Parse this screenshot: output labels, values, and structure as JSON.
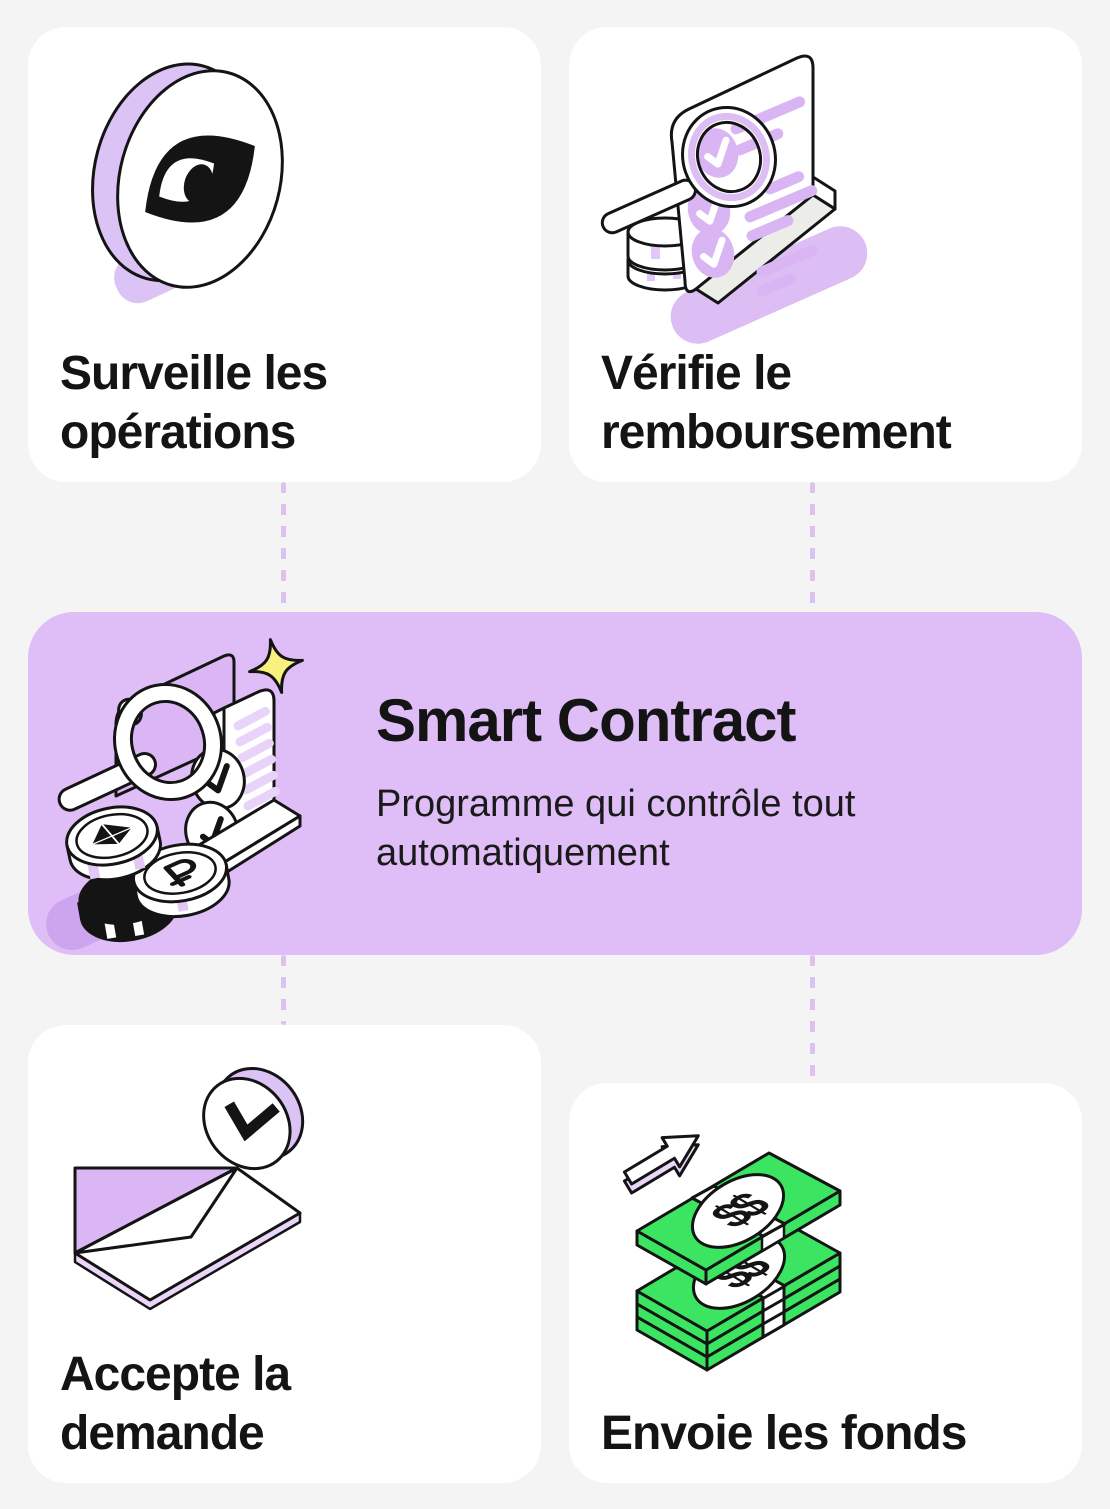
{
  "page": {
    "background": "#F4F4F5"
  },
  "colors": {
    "card_bg": "#FFFFFF",
    "accent_card_bg": "#DFBDF6",
    "illustration_purple": "#DBB6F5",
    "illustration_purple_light": "#E9D4F9",
    "shadow_purple": "#DCC3F6",
    "connector_purple": "#DDC2F0",
    "money_green": "#3CE561",
    "sparkle_yellow": "#F8F17D",
    "tray_gray": "#ECECE8",
    "ink": "#141414"
  },
  "cards": {
    "top_left": {
      "title": "Surveille les\nopérations",
      "icon": "eye-coin-icon"
    },
    "top_right": {
      "title": "Vérifie le\nremboursement",
      "icon": "magnifier-checklist-icon"
    },
    "center": {
      "title": "Smart Contract",
      "description": "Programme qui contrôle tout\nautomatiquement",
      "icon": "smart-contract-illustration"
    },
    "bottom_left": {
      "title": "Accepte la\ndemande",
      "icon": "envelope-coin-icon"
    },
    "bottom_right": {
      "title": "Envoie les fonds",
      "icon": "money-stack-icon",
      "bill_symbol": "$$"
    }
  }
}
